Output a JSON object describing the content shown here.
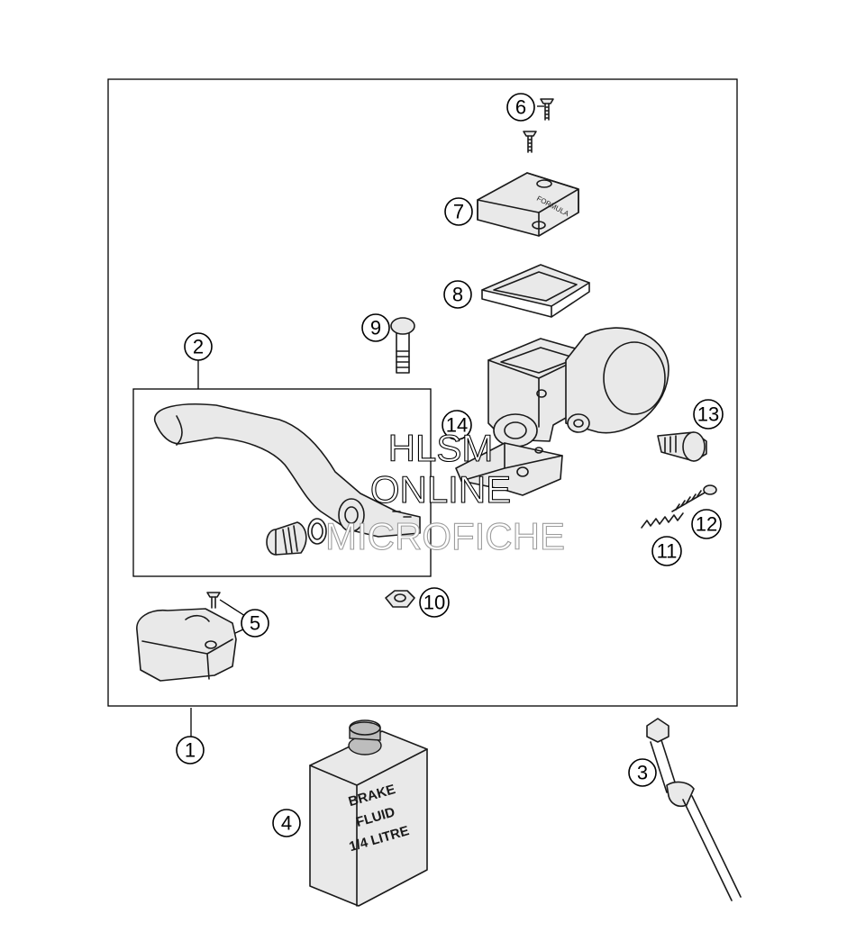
{
  "callouts": [
    "1",
    "2",
    "3",
    "4",
    "5",
    "6",
    "7",
    "8",
    "9",
    "10",
    "11",
    "12",
    "13",
    "14"
  ],
  "bottle_label": [
    "BRAKE",
    "FLUID",
    "1/4 LITRE"
  ],
  "reservoir_cap_text": "FORMULA",
  "watermark": [
    "HLSM",
    "ONLINE",
    "MICROFICHE"
  ]
}
